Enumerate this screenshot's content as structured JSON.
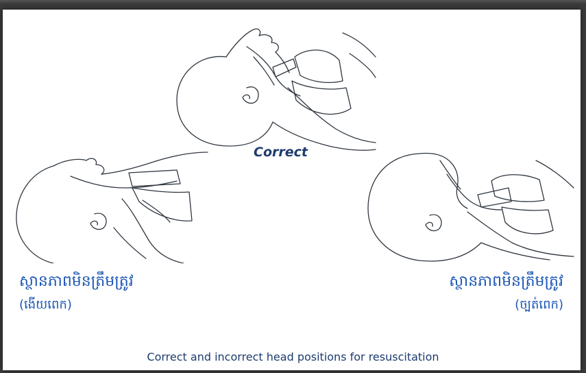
{
  "labels": {
    "correct": "Correct",
    "incorrect_left": "ស្ថានភាពមិនត្រឹមត្រូវ",
    "incorrect_left_sub": "(ងើយពេក)",
    "incorrect_right": "ស្ថានភាពមិនត្រឹមត្រូវ",
    "incorrect_right_sub": "(ច្បត់ពេក)"
  },
  "caption": "Correct and incorrect head positions for resuscitation",
  "colors": {
    "line": "#2f3640",
    "label_blue": "#1b55b5",
    "caption_navy": "#1d3b6e"
  }
}
